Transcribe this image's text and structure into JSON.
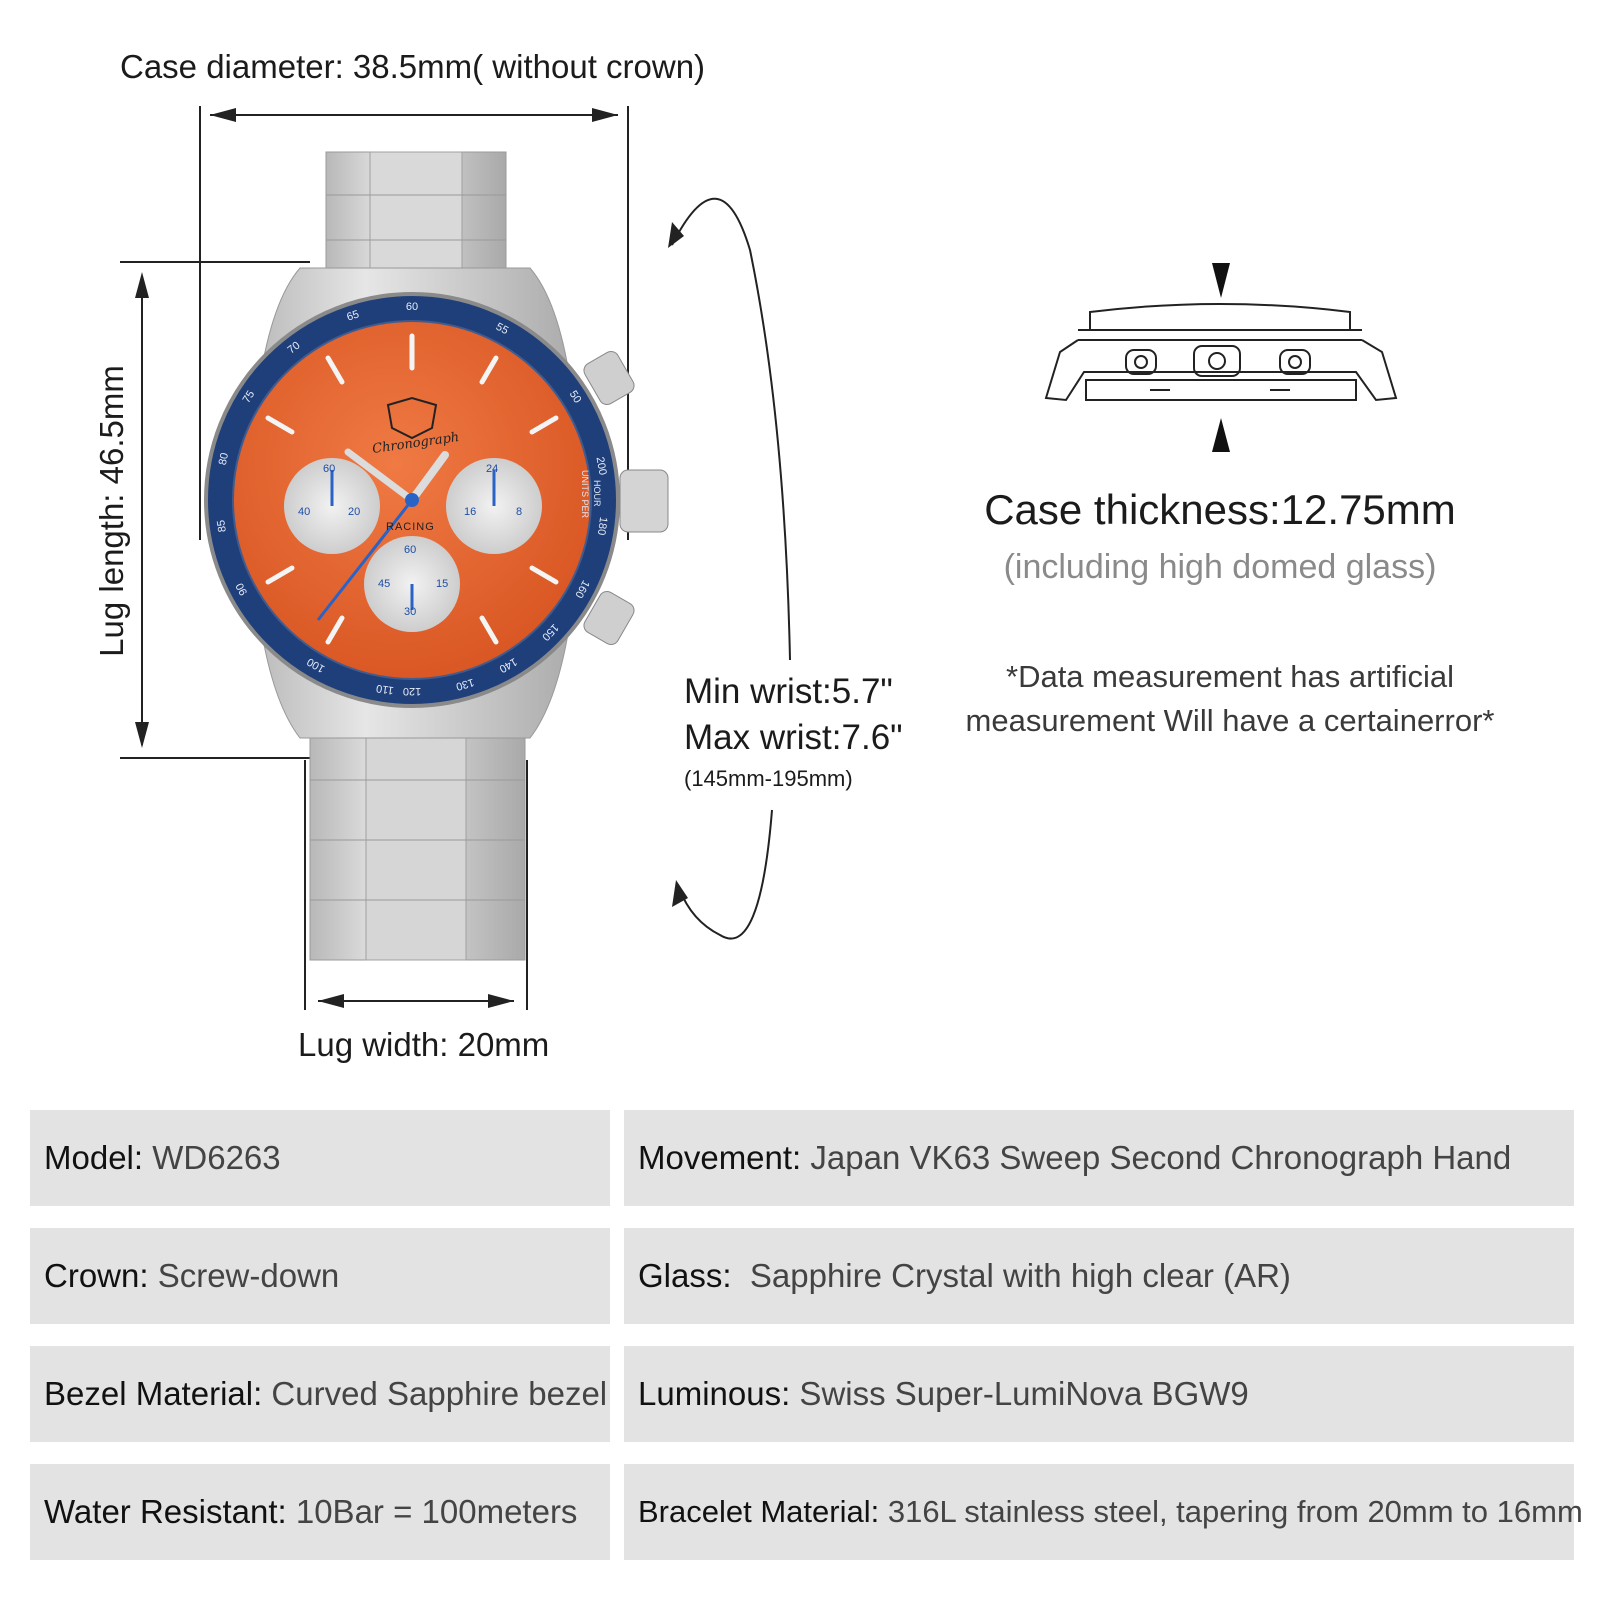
{
  "dimensions": {
    "case_diameter": "Case diameter: 38.5mm( without crown)",
    "lug_length": "Lug length: 46.5mm",
    "lug_width": "Lug width: 20mm"
  },
  "wrist": {
    "min": "Min wrist:5.7\"",
    "max": "Max wrist:7.6\"",
    "range": "(145mm-195mm)"
  },
  "thickness": {
    "title": "Case thickness:12.75mm",
    "subtitle": "(including high domed glass)"
  },
  "note": {
    "line1": "*Data measurement has artificial",
    "line2": "measurement Will have a certainerror*"
  },
  "watch_dial": {
    "brand_script": "Chronograph",
    "racing": "RACING",
    "unit_label": "UNITS PER",
    "unit_label2": "HOUR",
    "subdial_left": [
      "60",
      "40",
      "20"
    ],
    "subdial_right": [
      "24",
      "16",
      "8"
    ],
    "subdial_bottom": [
      "60",
      "45",
      "15",
      "30"
    ],
    "bezel_numbers": [
      "60",
      "65",
      "70",
      "75",
      "80",
      "85",
      "90",
      "100",
      "110",
      "120",
      "130",
      "140",
      "150",
      "160",
      "180",
      "200",
      "50",
      "55"
    ],
    "colors": {
      "dial": "#e8632f",
      "bezel": "#1f3f7a",
      "steel": "#c9c9c9",
      "hands_accent": "#2a63c6"
    }
  },
  "specs": [
    {
      "key": "Model:",
      "value": " WD6263"
    },
    {
      "key": "Movement:",
      "value": " Japan VK63 Sweep Second Chronograph Hand"
    },
    {
      "key": "Crown:",
      "value": " Screw-down"
    },
    {
      "key": "Glass:",
      "value": "  Sapphire Crystal with high clear (AR)"
    },
    {
      "key": "Bezel Material:",
      "value": " Curved Sapphire bezel"
    },
    {
      "key": "Luminous:",
      "value": " Swiss Super-LumiNova BGW9"
    },
    {
      "key": "Water Resistant:",
      "value": " 10Bar = 100meters"
    },
    {
      "key": "Bracelet Material:",
      "value": " 316L stainless steel, tapering from 20mm to 16mm"
    }
  ]
}
